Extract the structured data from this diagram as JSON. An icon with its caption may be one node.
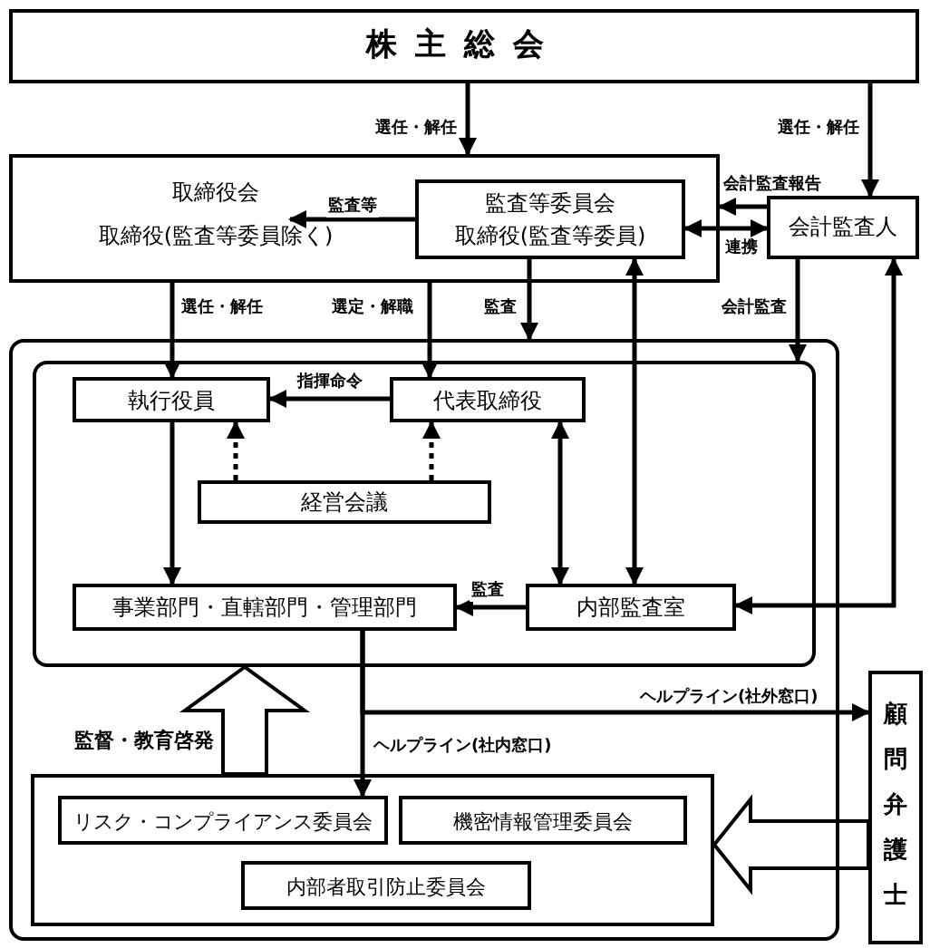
{
  "diagram": {
    "nodes": [
      {
        "text": [
          "株主総会"
        ]
      },
      {
        "text": [
          "取締役会",
          "取締役(監査等委員除く)"
        ]
      },
      {
        "text": [
          "監査等委員会",
          "取締役(監査等委員)"
        ],
        "in": 1
      },
      {
        "text": [
          "会計監査人"
        ]
      },
      {
        "text": [],
        "shape": "box"
      },
      {
        "text": [],
        "shape": "box",
        "in": 4
      },
      {
        "text": [
          "執行役員"
        ],
        "in": 5
      },
      {
        "text": [
          "代表取締役"
        ],
        "in": 5
      },
      {
        "text": [
          "経営会議"
        ],
        "in": 5
      },
      {
        "text": [
          "事業部門・直轄部門・管理部門"
        ],
        "in": 5
      },
      {
        "text": [
          "内部監査室"
        ],
        "in": 5
      },
      {
        "text": [],
        "shape": "box",
        "in": 4
      },
      {
        "text": [
          "リスク・コンプライアンス委員会"
        ],
        "in": 11
      },
      {
        "text": [
          "機密情報管理委員会"
        ],
        "in": 11
      },
      {
        "text": [
          "内部者取引防止委員会"
        ],
        "in": 11
      },
      {
        "text": [
          "顧問弁護士"
        ]
      }
    ],
    "edges": [
      {
        "from": 0,
        "to": 1,
        "arrow": "to",
        "label": "選任・解任"
      },
      {
        "from": 0,
        "to": 3,
        "arrow": "to",
        "label": "選任・解任"
      },
      {
        "from": 2,
        "to": 1,
        "arrow": "to",
        "label": "監査等"
      },
      {
        "from": 3,
        "to": 1,
        "arrow": "to",
        "label": "会計監査報告"
      },
      {
        "from": 2,
        "to": 3,
        "arrow": "both",
        "label": "連携"
      },
      {
        "from": 1,
        "to": 6,
        "arrow": "to",
        "label": "選任・解任"
      },
      {
        "from": 1,
        "to": 7,
        "arrow": "to",
        "label": "選定・解職"
      },
      {
        "from": 2,
        "to": 4,
        "arrow": "to",
        "label": "監査"
      },
      {
        "from": 2,
        "to": 10,
        "arrow": "both"
      },
      {
        "from": 3,
        "to": 5,
        "arrow": "to",
        "label": "会計監査"
      },
      {
        "from": 3,
        "to": 10,
        "arrow": "both"
      },
      {
        "from": 7,
        "to": 6,
        "arrow": "to",
        "label": "指揮命令"
      },
      {
        "from": 8,
        "to": 6,
        "arrow": "to",
        "style": "dashed"
      },
      {
        "from": 8,
        "to": 7,
        "arrow": "to",
        "style": "dashed"
      },
      {
        "from": 6,
        "to": 9,
        "arrow": "to"
      },
      {
        "from": 7,
        "to": 10,
        "arrow": "both"
      },
      {
        "from": 10,
        "to": 9,
        "arrow": "to",
        "label": "監査"
      },
      {
        "from": 9,
        "to": 12,
        "arrow": "to",
        "label": "ヘルプライン(社内窓口)"
      },
      {
        "from": 9,
        "to": 15,
        "arrow": "to",
        "label": "ヘルプライン(社外窓口)"
      },
      {
        "from": 11,
        "to": 5,
        "arrow": "to",
        "label": "監督・教育啓発"
      },
      {
        "from": 15,
        "to": 11,
        "arrow": "to"
      }
    ]
  }
}
